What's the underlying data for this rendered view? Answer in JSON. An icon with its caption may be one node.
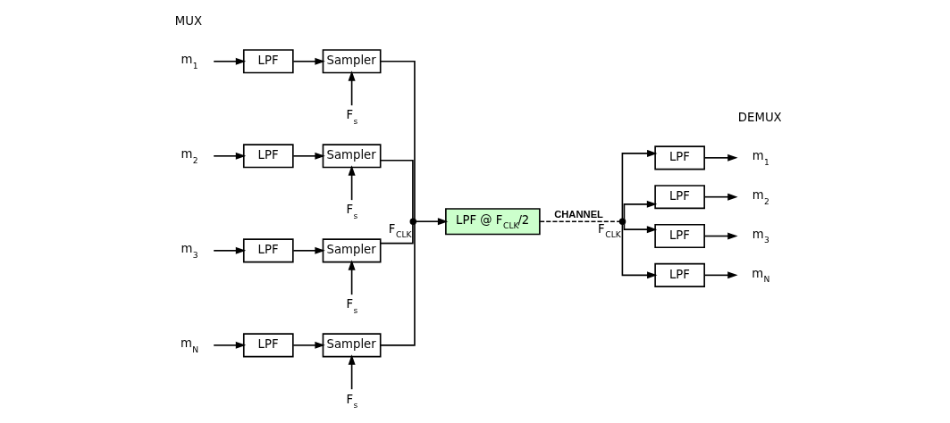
{
  "diagram": {
    "nodes": [
      {
        "text": [
          "m$_{1}$"
        ]
      },
      {
        "text": [
          "LPF"
        ]
      },
      {
        "text": [
          "Sampler"
        ]
      },
      {
        "text": [
          "F$_{s}$"
        ]
      },
      {
        "text": [
          "m$_{2}$"
        ]
      },
      {
        "text": [
          "LPF"
        ]
      },
      {
        "text": [
          "Sampler"
        ]
      },
      {
        "text": [
          "F$_{s}$"
        ]
      },
      {
        "text": [
          "m$_{3}$"
        ]
      },
      {
        "text": [
          "LPF"
        ]
      },
      {
        "text": [
          "Sampler"
        ]
      },
      {
        "text": [
          "F$_{s}$"
        ]
      },
      {
        "text": [
          "m$_{N}$"
        ]
      },
      {
        "text": [
          "LPF"
        ]
      },
      {
        "text": [
          "Sampler"
        ]
      },
      {
        "text": [
          "F$_{s}$"
        ]
      },
      {
        "text": [],
        "shape": "switch",
        "beside": [
          "F$_{CLK}$"
        ]
      },
      {
        "text": [
          "LPF @ F$_{CLK}$/2"
        ]
      },
      {
        "text": [],
        "shape": "switch",
        "beside": [
          "F$_{CLK}$"
        ]
      },
      {
        "text": [
          "LPF"
        ]
      },
      {
        "text": [
          "m$_{1}$"
        ]
      },
      {
        "text": [
          "LPF"
        ]
      },
      {
        "text": [
          "m$_{2}$"
        ]
      },
      {
        "text": [
          "LPF"
        ]
      },
      {
        "text": [
          "m$_{3}$"
        ]
      },
      {
        "text": [
          "LPF"
        ]
      },
      {
        "text": [
          "m$_{N}$"
        ]
      }
    ],
    "edges": [
      {
        "from": 0,
        "to": 1,
        "arrow": "to"
      },
      {
        "from": 1,
        "to": 2,
        "arrow": "to"
      },
      {
        "from": 3,
        "to": 2,
        "arrow": "to"
      },
      {
        "from": 4,
        "to": 5,
        "arrow": "to"
      },
      {
        "from": 5,
        "to": 6,
        "arrow": "to"
      },
      {
        "from": 7,
        "to": 6,
        "arrow": "to"
      },
      {
        "from": 8,
        "to": 9,
        "arrow": "to"
      },
      {
        "from": 9,
        "to": 10,
        "arrow": "to"
      },
      {
        "from": 11,
        "to": 10,
        "arrow": "to"
      },
      {
        "from": 12,
        "to": 13,
        "arrow": "to"
      },
      {
        "from": 13,
        "to": 14,
        "arrow": "to"
      },
      {
        "from": 15,
        "to": 14,
        "arrow": "to"
      },
      {
        "from": 2,
        "to": 16,
        "arrow": "none"
      },
      {
        "from": 6,
        "to": 16,
        "arrow": "none"
      },
      {
        "from": 10,
        "to": 16,
        "arrow": "none"
      },
      {
        "from": 14,
        "to": 16,
        "arrow": "none"
      },
      {
        "from": 16,
        "to": 17,
        "arrow": "to"
      },
      {
        "from": 17,
        "to": 18,
        "arrow": "none",
        "label": "CHANNEL",
        "style": "dashed"
      },
      {
        "from": 18,
        "to": 19,
        "arrow": "to"
      },
      {
        "from": 18,
        "to": 21,
        "arrow": "to"
      },
      {
        "from": 18,
        "to": 23,
        "arrow": "to"
      },
      {
        "from": 18,
        "to": 25,
        "arrow": "to"
      },
      {
        "from": 19,
        "to": 20,
        "arrow": "to"
      },
      {
        "from": 21,
        "to": 22,
        "arrow": "to"
      },
      {
        "from": 23,
        "to": 24,
        "arrow": "to"
      },
      {
        "from": 25,
        "to": 26,
        "arrow": "to"
      }
    ],
    "labels": [
      "MUX",
      "DEMUX"
    ]
  }
}
